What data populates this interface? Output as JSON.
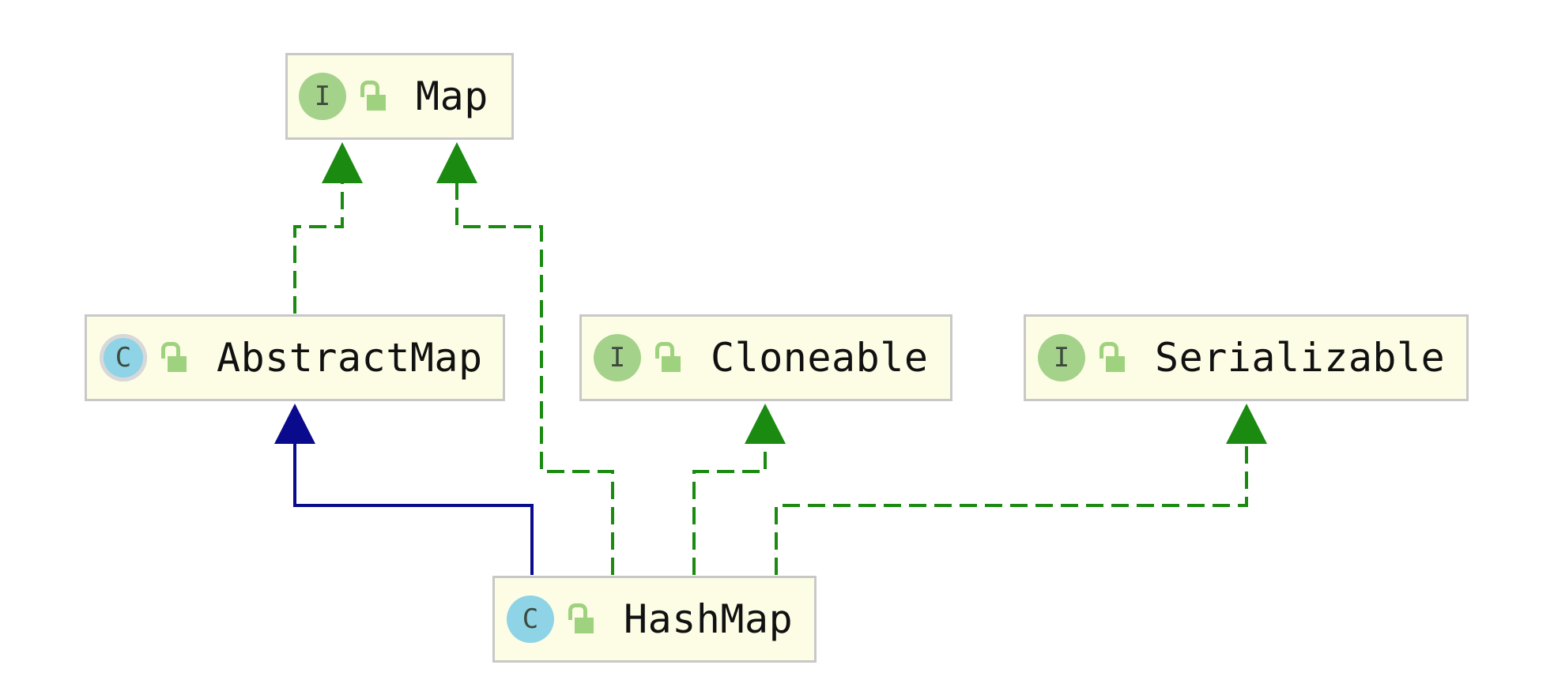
{
  "colors": {
    "box_fill": "#fdfde6",
    "box_border": "#c8c8c8",
    "implements_arrow": "#1a8a10",
    "extends_arrow": "#0a0a8c",
    "interface_badge": "#a5d28a",
    "class_badge": "#8ed3e6",
    "public_lock": "#9fd27e"
  },
  "nodes": {
    "map": {
      "name": "Map",
      "kind": "interface",
      "badge": "I",
      "icon": "unlocked-public-icon"
    },
    "abstractmap": {
      "name": "AbstractMap",
      "kind": "abstract-class",
      "badge": "C",
      "icon": "unlocked-public-icon"
    },
    "cloneable": {
      "name": "Cloneable",
      "kind": "interface",
      "badge": "I",
      "icon": "unlocked-public-icon"
    },
    "serializable": {
      "name": "Serializable",
      "kind": "interface",
      "badge": "I",
      "icon": "unlocked-public-icon"
    },
    "hashmap": {
      "name": "HashMap",
      "kind": "class",
      "badge": "C",
      "icon": "unlocked-public-icon"
    }
  },
  "relations": [
    {
      "from": "abstractmap",
      "to": "map",
      "type": "implements",
      "style": "dashed"
    },
    {
      "from": "hashmap",
      "to": "map",
      "type": "implements",
      "style": "dashed"
    },
    {
      "from": "hashmap",
      "to": "abstractmap",
      "type": "extends",
      "style": "solid"
    },
    {
      "from": "hashmap",
      "to": "cloneable",
      "type": "implements",
      "style": "dashed"
    },
    {
      "from": "hashmap",
      "to": "serializable",
      "type": "implements",
      "style": "dashed"
    }
  ]
}
